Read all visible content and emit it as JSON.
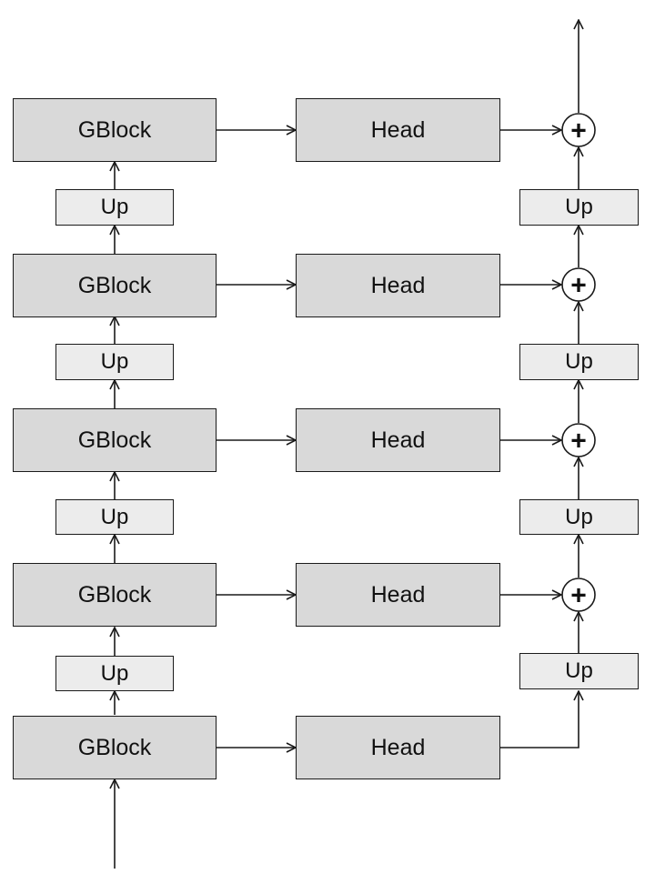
{
  "diagram": {
    "gblock_label": "GBlock",
    "head_label": "Head",
    "up_label": "Up",
    "sum_symbol": "+",
    "colors": {
      "gblock_fill": "#d9d9d9",
      "head_fill": "#d9d9d9",
      "up_fill": "#ececec",
      "stroke": "#1a1a1a"
    }
  }
}
